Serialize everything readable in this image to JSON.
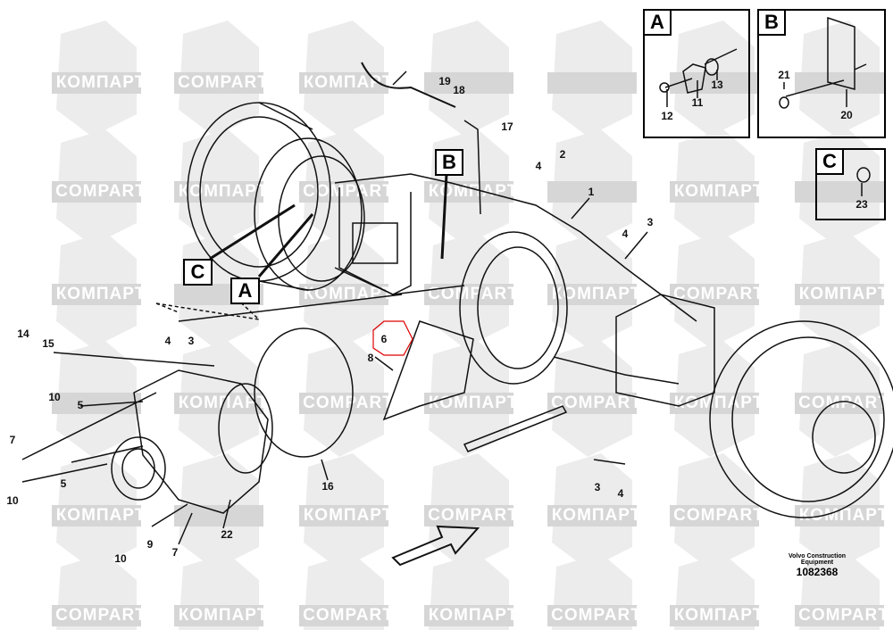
{
  "watermark": {
    "texts": [
      "КОМПАРТ",
      "COMPART"
    ]
  },
  "callouts": {
    "a": "A",
    "b": "B",
    "c": "C"
  },
  "insets": {
    "a": {
      "letter": "A",
      "labels": [
        "12",
        "11",
        "13"
      ]
    },
    "b": {
      "letter": "B",
      "labels": [
        "21",
        "20"
      ]
    },
    "c": {
      "letter": "C",
      "labels": [
        "23"
      ]
    }
  },
  "part_labels": [
    "19",
    "18",
    "17",
    "4",
    "2",
    "1",
    "3",
    "4",
    "4",
    "3",
    "14",
    "15",
    "10",
    "5",
    "7",
    "5",
    "10",
    "8",
    "6",
    "16",
    "9",
    "10",
    "7",
    "22",
    "3",
    "4"
  ],
  "footer": {
    "line1": "Volvo Construction",
    "line2": "Equipment",
    "number": "1082368"
  }
}
